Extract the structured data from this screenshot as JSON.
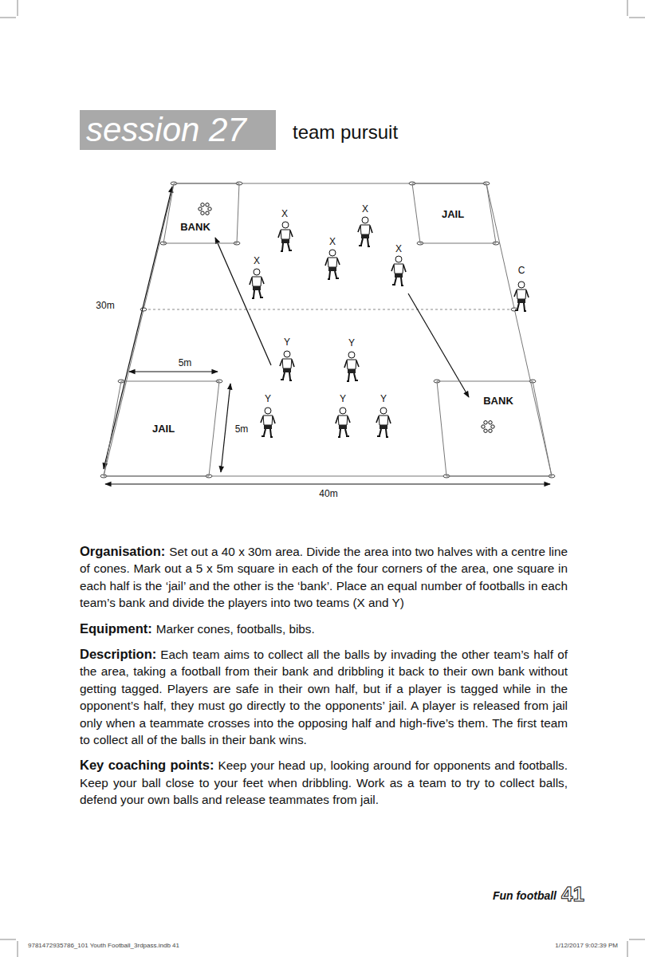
{
  "diagram": {
    "title": "session 27",
    "nodes": [
      {
        "text": [
          "BANK"
        ]
      },
      {
        "text": [
          "JAIL"
        ]
      },
      {
        "text": [
          "JAIL"
        ]
      },
      {
        "text": [
          "BANK"
        ]
      }
    ],
    "labels": [
      "team pursuit",
      "X",
      "X",
      "X",
      "X",
      "X",
      "C",
      "30m",
      "Y",
      "Y",
      "Y",
      "Y",
      "Y",
      "5m",
      "5m",
      "40m",
      "Organisation:",
      "Set out a 40 x 30m area. Divide the area into two halves with a centre line of cones. Mark out a 5 x 5m square in each of the four corners of the area, one square in each half is the ‘jail’ and the other is the ‘bank’. Place an equal number of footballs in each team’s bank and divide the players into two teams (X and Y)",
      "Equipment:",
      "Marker cones, footballs, bibs.",
      "Description:",
      "Each team aims to collect all the balls by invading the other team’s half of the area, taking a football from their bank and dribbling it back to their own bank without getting tagged. Players are safe in their own half, but if a player is tagged while in the opponent’s half, they must go directly to the opponents’ jail. A player is released from jail only when a teammate crosses into the opposing half and high-five’s them. The first team to collect all of the balls in their bank wins.",
      "Key coaching points:",
      "Keep your head up, looking around for opponents and footballs. Keep your ball close to your feet when dribbling. Work as a team to try to collect balls, defend your own balls and release teammates from jail.",
      "Fun football",
      "41",
      "9781472935786_101 Youth Football_3rdpass.indb 41",
      "1/12/2017 9:02:39 PM"
    ]
  }
}
